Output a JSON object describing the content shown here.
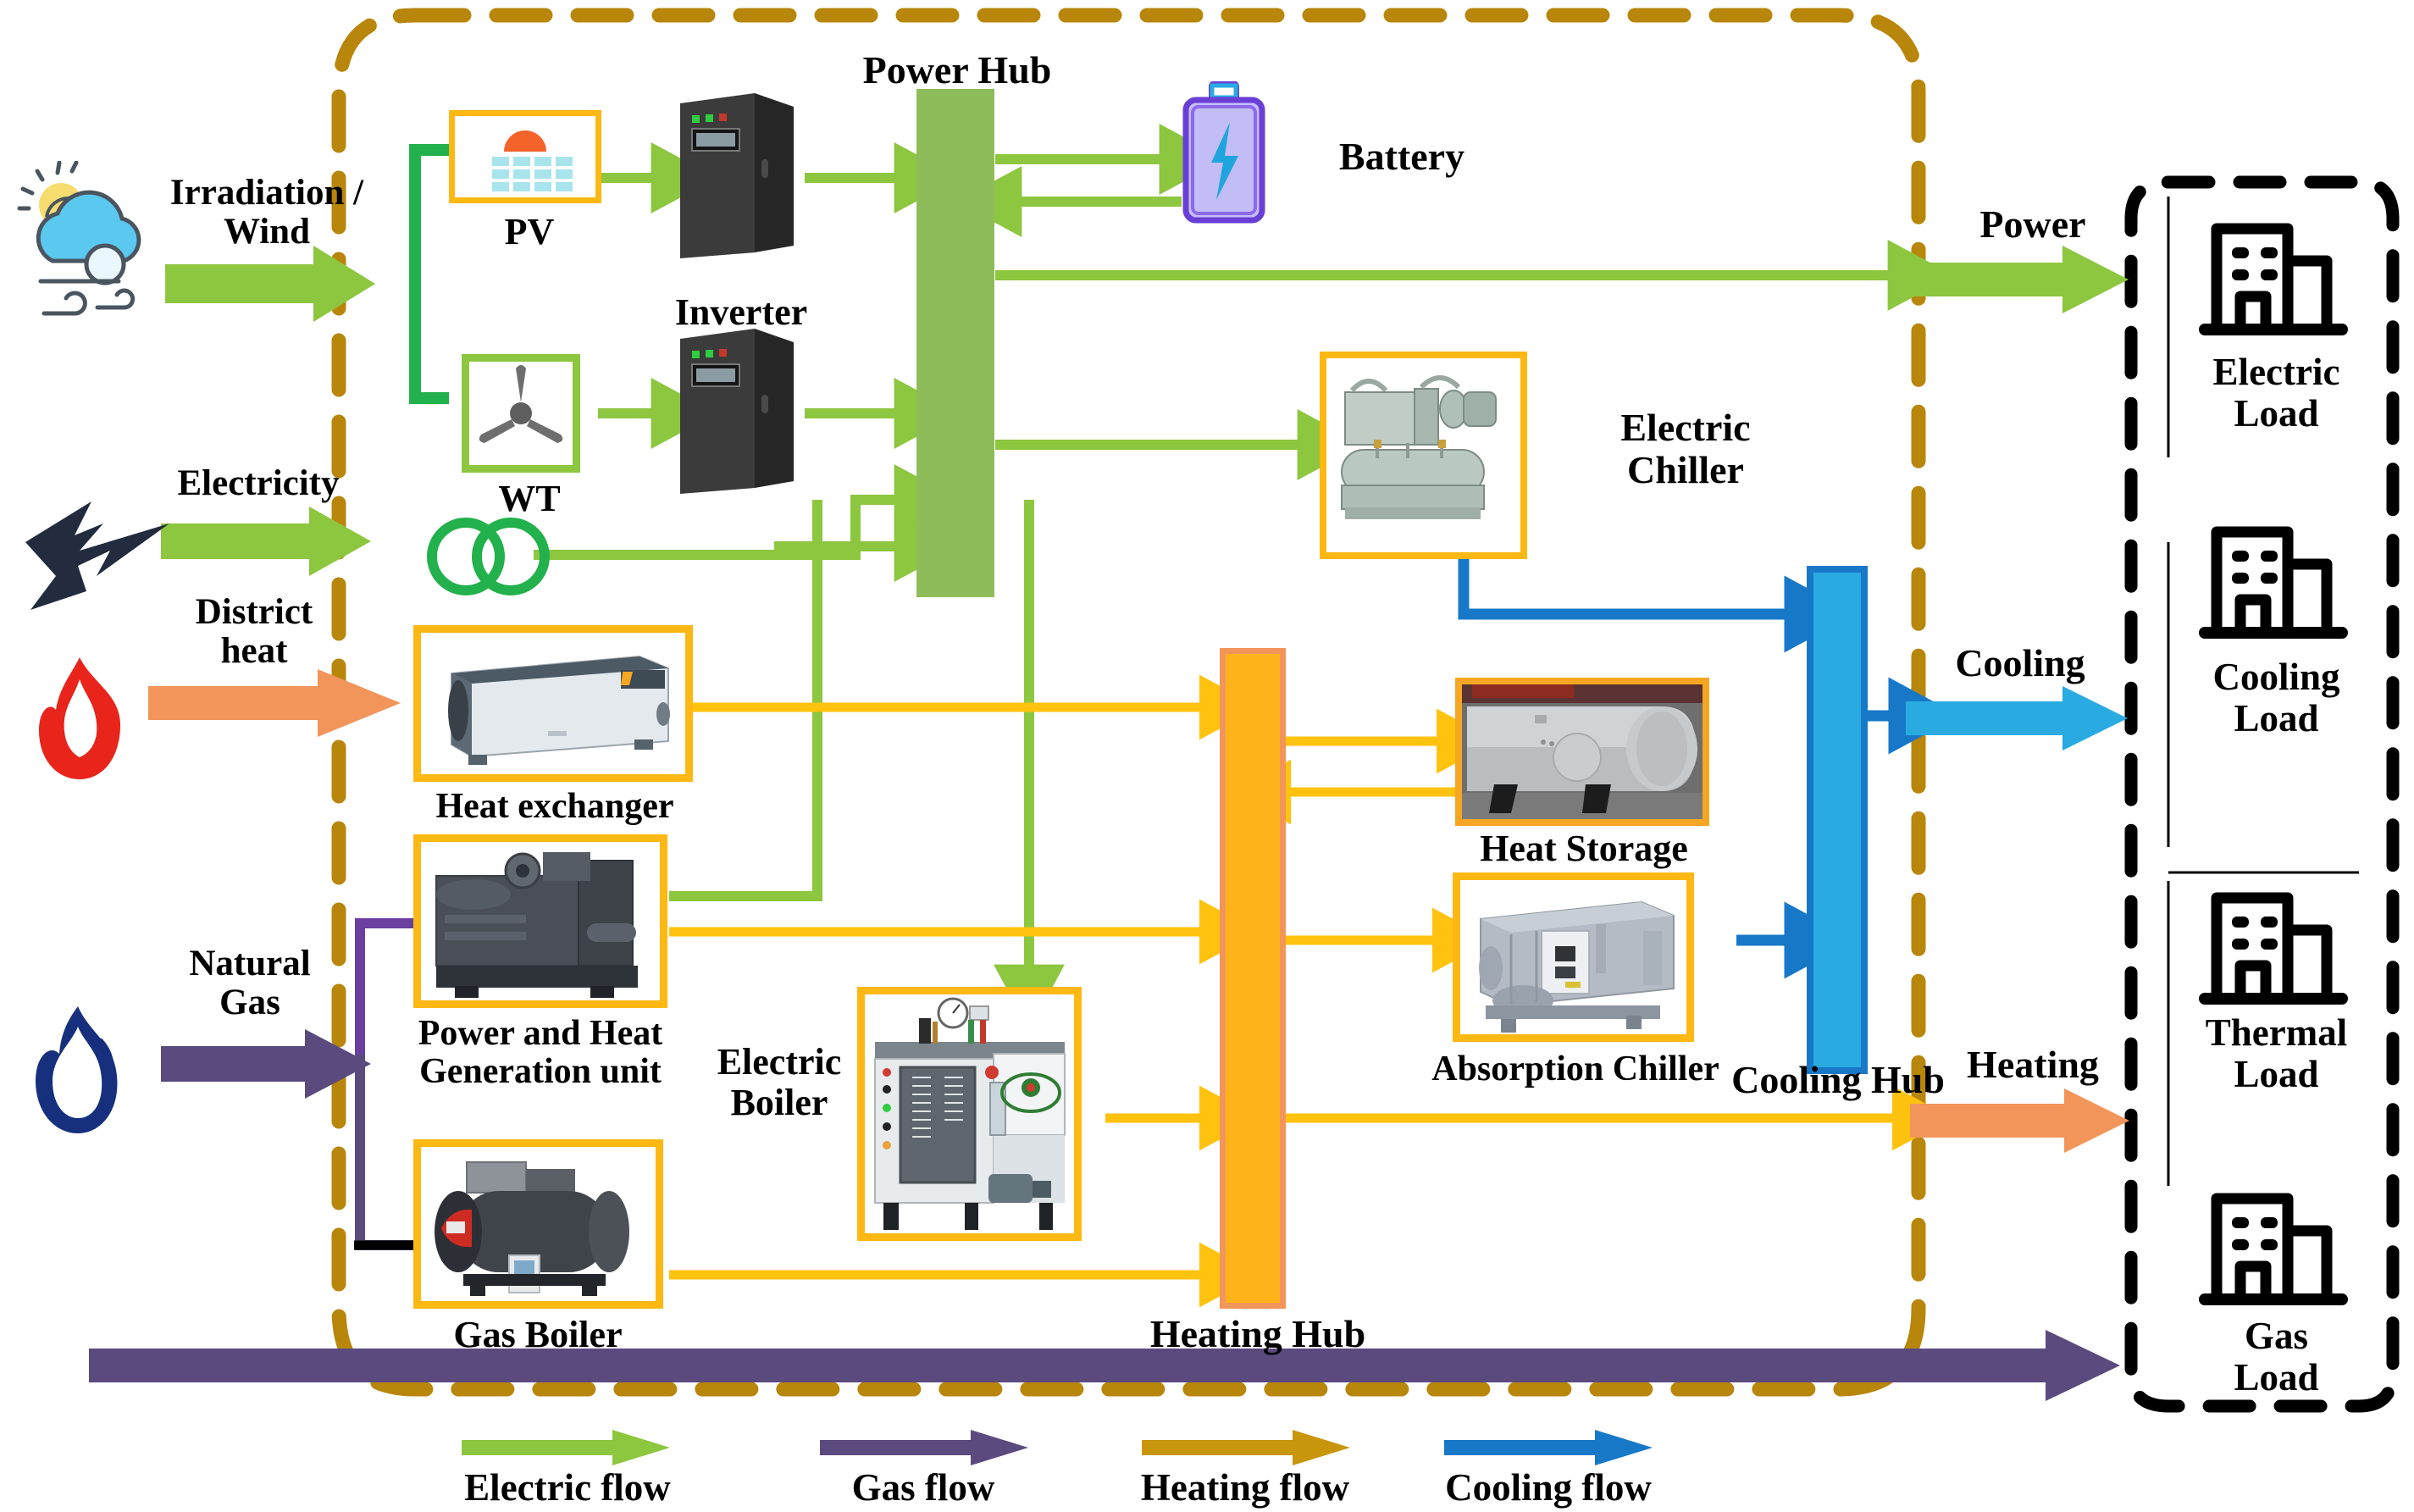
{
  "diagram": {
    "title": "Integrated Energy System / Energy Hub Schematic",
    "boundary_style": "dashed"
  },
  "sources": [
    {
      "id": "irradiation-wind",
      "label": "Irradiation /\nWind",
      "icon": "sun-cloud-wind-icon",
      "arrow_color": "#8DC63F"
    },
    {
      "id": "electricity",
      "label": "Electricity",
      "icon": "lightning-bolt-icon",
      "arrow_color": "#8DC63F"
    },
    {
      "id": "district-heat",
      "label": "District\nheat",
      "icon": "red-flame-icon",
      "arrow_color": "#F2955B"
    },
    {
      "id": "natural-gas",
      "label": "Natural\nGas",
      "icon": "blue-flame-icon",
      "arrow_color": "#5B4A7E"
    }
  ],
  "equipment": [
    {
      "id": "pv",
      "label": "PV",
      "icon": "solar-panel-icon",
      "border": "#FDB813"
    },
    {
      "id": "wt",
      "label": "WT",
      "icon": "wind-turbine-icon",
      "border": "#8DC63F"
    },
    {
      "id": "inverter",
      "label": "Inverter",
      "icon": "inverter-cabinet-icon"
    },
    {
      "id": "inverter2",
      "label": "",
      "icon": "inverter-cabinet-icon"
    },
    {
      "id": "transformer",
      "label": "",
      "icon": "transformer-icon"
    },
    {
      "id": "battery",
      "label": "Battery",
      "icon": "battery-icon"
    },
    {
      "id": "electric-chiller",
      "label": "Electric\nChiller",
      "icon": "electric-chiller-photo",
      "border": "#FDB813"
    },
    {
      "id": "heat-exchanger",
      "label": "Heat exchanger",
      "icon": "heat-exchanger-photo",
      "border": "#FDB813"
    },
    {
      "id": "chp",
      "label": "Power and Heat\nGeneration unit",
      "icon": "chp-unit-photo",
      "border": "#FDB813"
    },
    {
      "id": "gas-boiler",
      "label": "Gas Boiler",
      "icon": "gas-boiler-photo",
      "border": "#FDB813"
    },
    {
      "id": "electric-boiler",
      "label": "Electric\nBoiler",
      "icon": "electric-boiler-photo",
      "border": "#FDB813"
    },
    {
      "id": "heat-storage",
      "label": "Heat Storage",
      "icon": "heat-storage-tank-photo",
      "border": "#F5A623"
    },
    {
      "id": "absorption-chiller",
      "label": "Absorption Chiller",
      "icon": "absorption-chiller-photo",
      "border": "#FDB813"
    }
  ],
  "hubs": [
    {
      "id": "power-hub",
      "label": "Power Hub",
      "color": "#8FBC5A"
    },
    {
      "id": "heating-hub",
      "label": "Heating Hub",
      "color": "#FFB31A"
    },
    {
      "id": "cooling-hub",
      "label": "Cooling Hub",
      "color": "#29ABE2"
    }
  ],
  "outputs": [
    {
      "id": "power",
      "label": "Power",
      "color": "#8DC63F"
    },
    {
      "id": "cooling",
      "label": "Cooling",
      "color": "#29ABE2"
    },
    {
      "id": "heating",
      "label": "Heating",
      "color": "#F2955B"
    }
  ],
  "loads": [
    {
      "id": "electric-load",
      "label": "Electric\nLoad",
      "icon": "building-icon"
    },
    {
      "id": "cooling-load",
      "label": "Cooling\nLoad",
      "icon": "building-icon"
    },
    {
      "id": "thermal-load",
      "label": "Thermal\nLoad",
      "icon": "building-icon"
    },
    {
      "id": "gas-load",
      "label": "Gas\nLoad",
      "icon": "building-icon"
    }
  ],
  "legend": {
    "items": [
      {
        "id": "electric-flow",
        "label": "Electric flow",
        "color": "#8DC63F"
      },
      {
        "id": "gas-flow",
        "label": "Gas flow",
        "color": "#5B4A7E"
      },
      {
        "id": "heating-flow",
        "label": "Heating flow",
        "color": "#C8960C"
      },
      {
        "id": "cooling-flow",
        "label": "Cooling flow",
        "color": "#1878C8"
      }
    ]
  },
  "colors": {
    "electric": "#8DC63F",
    "electric_dark": "#22B14C",
    "gas": "#5B4A7E",
    "heating": "#FFC20E",
    "heating_dark": "#C8960C",
    "cooling": "#1878C8",
    "cooling_light": "#29ABE2",
    "boundary": "#B8860B",
    "load_boundary": "#000000",
    "frame": "#FDB813"
  }
}
